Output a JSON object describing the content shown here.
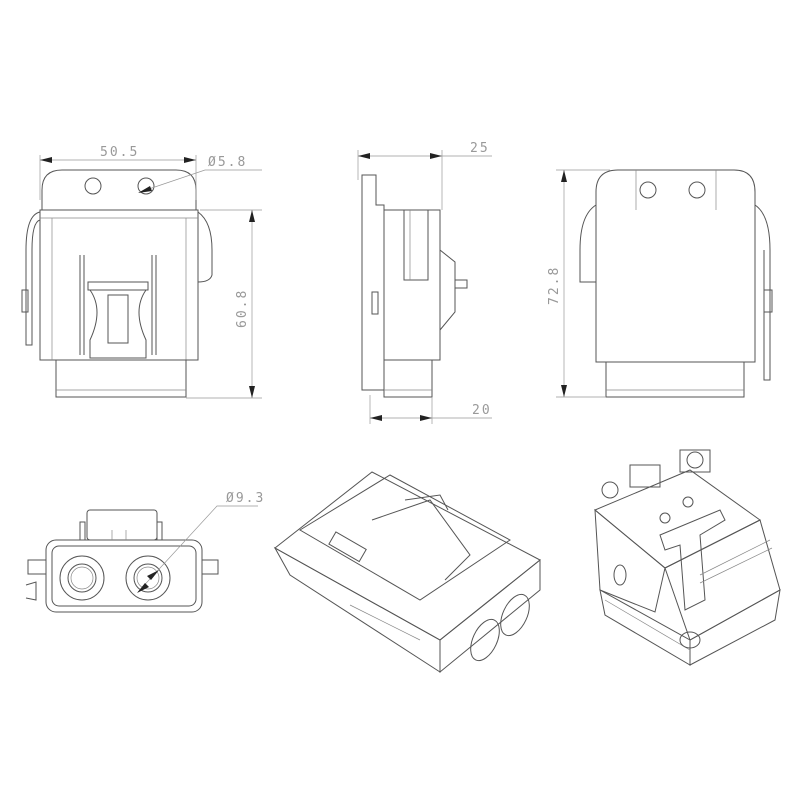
{
  "drawing": {
    "dimensions": {
      "front_width": "50.5",
      "hole_diameter": "Ø5.8",
      "front_height": "60.8",
      "side_depth_top": "25",
      "side_depth_bottom": "20",
      "back_height": "72.8",
      "socket_diameter": "Ø9.3"
    },
    "line_color": "#555555",
    "dimension_color": "#999999"
  }
}
